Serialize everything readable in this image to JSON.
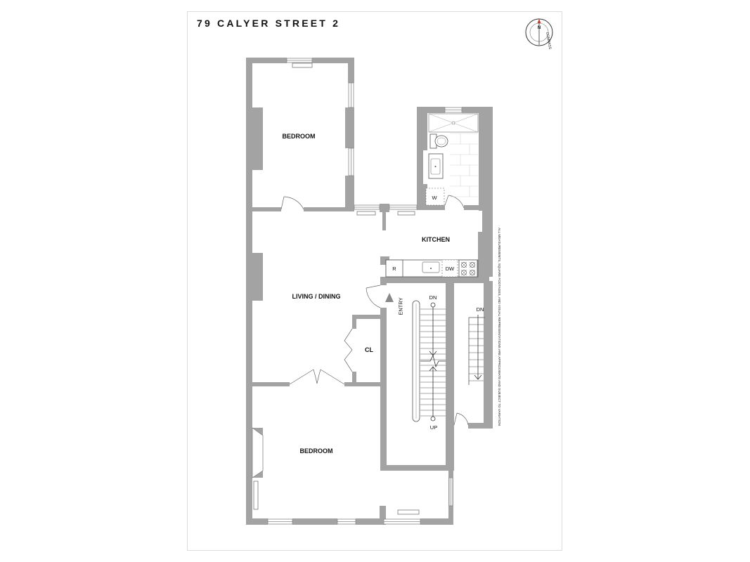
{
  "title": "79 CALYER STREET 2",
  "compass": {
    "letters": "COMPASS",
    "north": "N"
  },
  "rooms": {
    "bedroom_top": "BEDROOM",
    "kitchen": "KITCHEN",
    "living_dining": "LIVING / DINING",
    "closet": "CL",
    "bedroom_bottom": "BEDROOM"
  },
  "appliances": {
    "washer": "W",
    "refrigerator": "R",
    "dishwasher": "DW"
  },
  "stairs": {
    "main_down": "DN",
    "main_up": "UP",
    "side_down": "DN"
  },
  "entry": "ENTRY",
  "disclaimer": "ALL MEASUREMENTS, SQUARE FOOTAGES, AND VISUAL REPRESENTATIONS ARE APPROXIMATE AND SUBJECT TO VARIATION"
}
